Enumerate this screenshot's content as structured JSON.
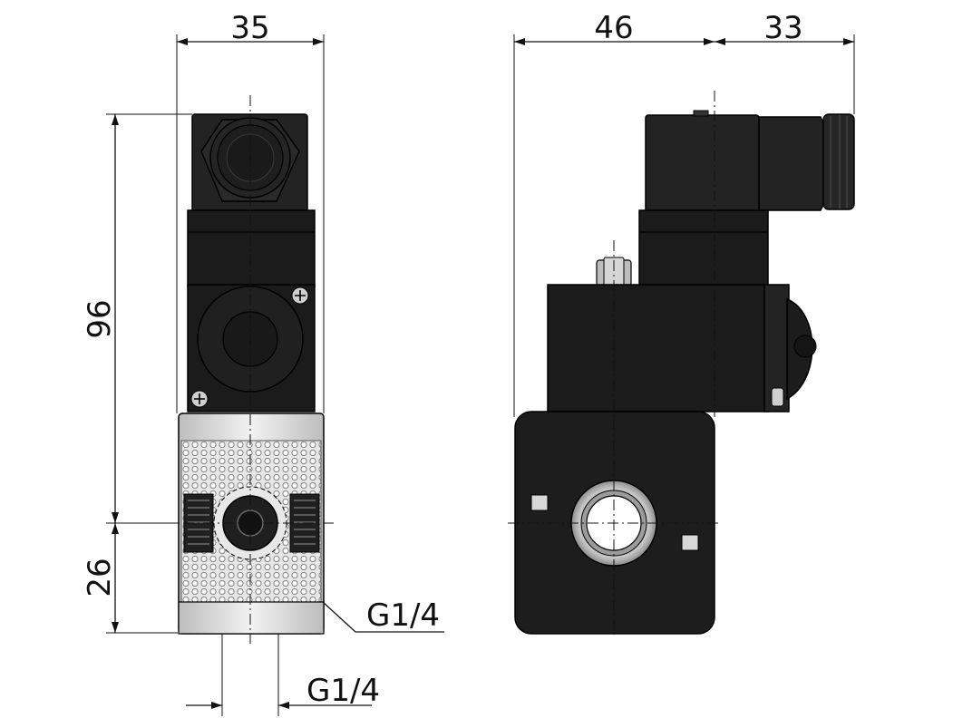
{
  "dimensions": {
    "front_width": "35",
    "side_depth": "46",
    "side_connector": "33",
    "height_total": "96",
    "height_base": "26",
    "thread_side": "G1/4",
    "thread_bottom": "G1/4"
  },
  "colors": {
    "housing": "#1b1b1b",
    "metal": "#d9d9d9",
    "line": "#111111"
  }
}
